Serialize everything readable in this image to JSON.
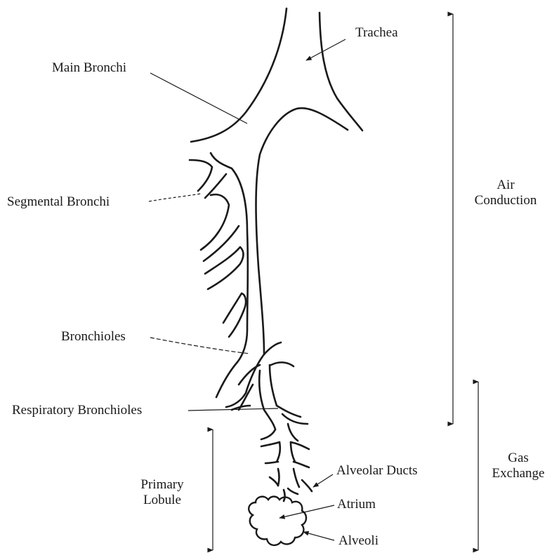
{
  "labels": {
    "trachea": "Trachea",
    "main_bronchi": "Main Bronchi",
    "segmental_bronchi": "Segmental Bronchi",
    "bronchioles": "Bronchioles",
    "respiratory_bronchioles": "Respiratory Bronchioles",
    "alveolar_ducts": "Alveolar Ducts",
    "atrium": "Atrium",
    "alveoli": "Alveoli",
    "primary_lobule_line1": "Primary",
    "primary_lobule_line2": "Lobule",
    "air_conduction_line1": "Air",
    "air_conduction_line2": "Conduction",
    "gas_exchange_line1": "Gas",
    "gas_exchange_line2": "Exchange"
  },
  "colors": {
    "ink": "#1a1a1a",
    "background": "#ffffff"
  }
}
